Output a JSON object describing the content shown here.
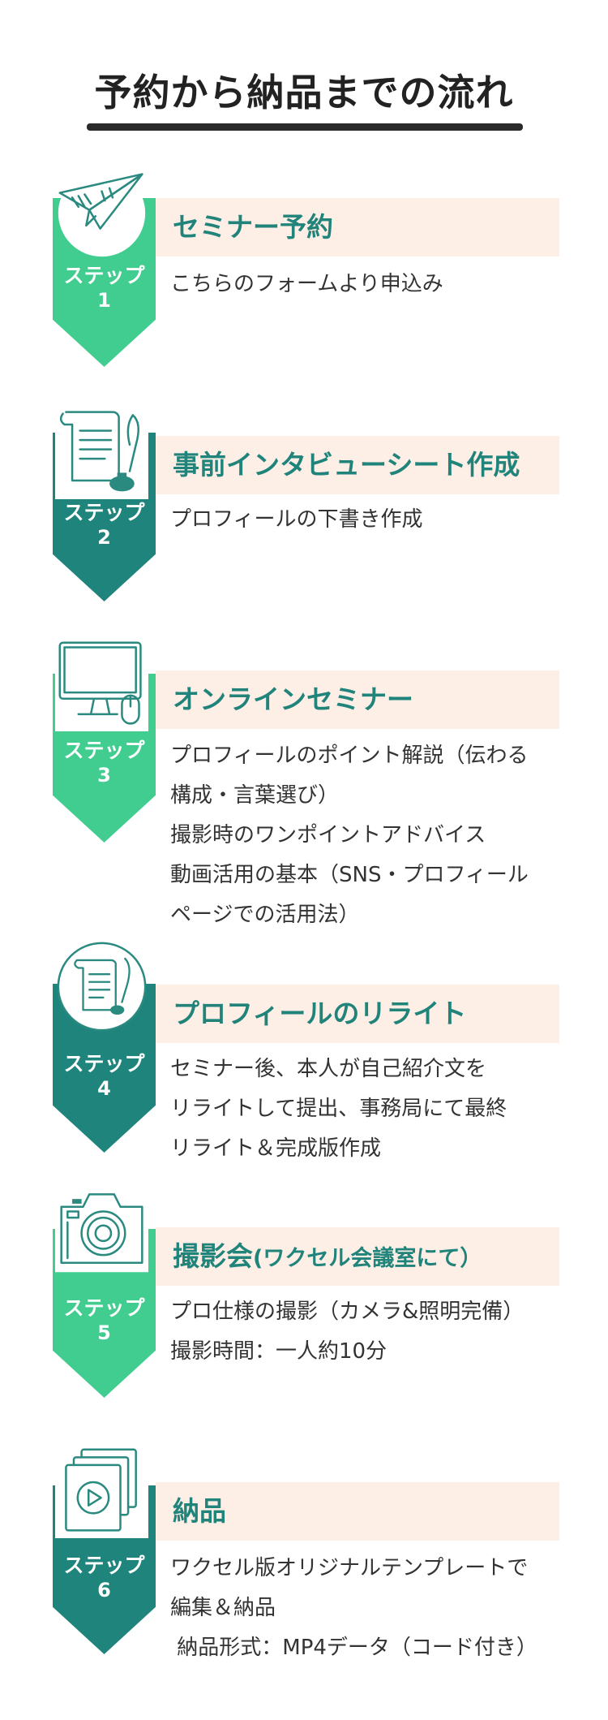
{
  "title": "予約から納品までの流れ",
  "step_prefix": "ステップ",
  "steps": [
    {
      "number": "1",
      "heading": "セミナー予約",
      "lines": [
        "こちらのフォームより申込み"
      ],
      "icon": "paper-plane-icon"
    },
    {
      "number": "2",
      "heading": "事前インタビューシート作成",
      "lines": [
        "プロフィールの下書き作成"
      ],
      "icon": "scroll-quill-icon"
    },
    {
      "number": "3",
      "heading": "オンラインセミナー",
      "lines": [
        "プロフィールのポイント解説（伝わる",
        "構成・言葉選び）",
        "撮影時のワンポイントアドバイス",
        "動画活用の基本（SNS・プロフィール",
        "ページでの活用法）"
      ],
      "icon": "monitor-mouse-icon"
    },
    {
      "number": "4",
      "heading": "プロフィールのリライト",
      "lines": [
        "セミナー後、本人が自己紹介文を",
        "リライトして提出、事務局にて最終",
        "リライト＆完成版作成"
      ],
      "icon": "document-quill-circle-icon"
    },
    {
      "number": "5",
      "heading": "撮影会",
      "heading_suffix": "(ワクセル会議室にて）",
      "lines": [
        "プロ仕様の撮影（カメラ&照明完備）",
        "撮影時間：一人約10分"
      ],
      "icon": "camera-icon"
    },
    {
      "number": "6",
      "heading": "納品",
      "lines": [
        "ワクセル版オリジナルテンプレートで",
        "編集＆納品",
        " 納品形式：MP4データ（コード付き）"
      ],
      "icon": "video-files-icon"
    }
  ],
  "colors": {
    "green": "#40cd8f",
    "teal": "#1f857c",
    "heading_band": "#fdeee6",
    "heading_text": "#21847b"
  }
}
